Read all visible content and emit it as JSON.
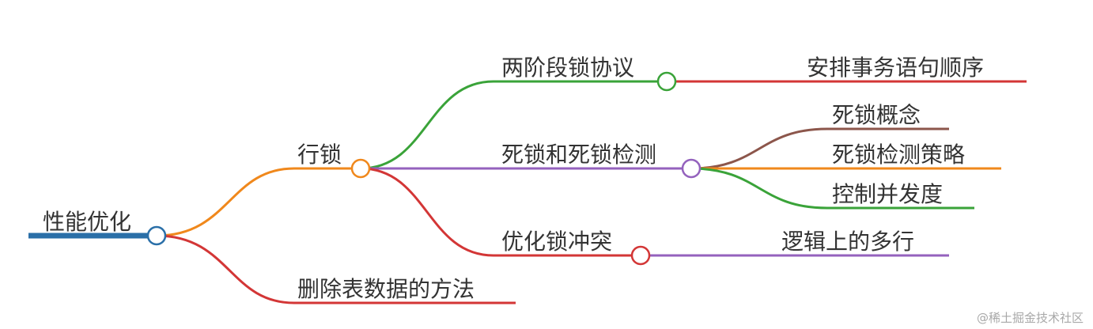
{
  "mindmap": {
    "root": {
      "label": "性能优化",
      "color": "#2a6fa8"
    },
    "row_lock": {
      "label": "行锁",
      "color": "#f0881c"
    },
    "two_phase": {
      "label": "两阶段锁协议",
      "color": "#3aa339"
    },
    "two_phase_leaf": {
      "label": "安排事务语句顺序",
      "color": "#d33636"
    },
    "deadlock": {
      "label": "死锁和死锁检测",
      "color": "#9462bd"
    },
    "deadlock_concept": {
      "label": "死锁概念",
      "color": "#8c564b"
    },
    "deadlock_strategy": {
      "label": "死锁检测策略",
      "color": "#f0881c"
    },
    "concurrency": {
      "label": "控制并发度",
      "color": "#3aa339"
    },
    "optimize": {
      "label": "优化锁冲突",
      "color": "#d33636"
    },
    "optimize_leaf": {
      "label": "逻辑上的多行",
      "color": "#9462bd"
    },
    "delete_data": {
      "label": "删除表数据的方法",
      "color": "#d33636"
    }
  },
  "watermark": "@稀土掘金技术社区"
}
